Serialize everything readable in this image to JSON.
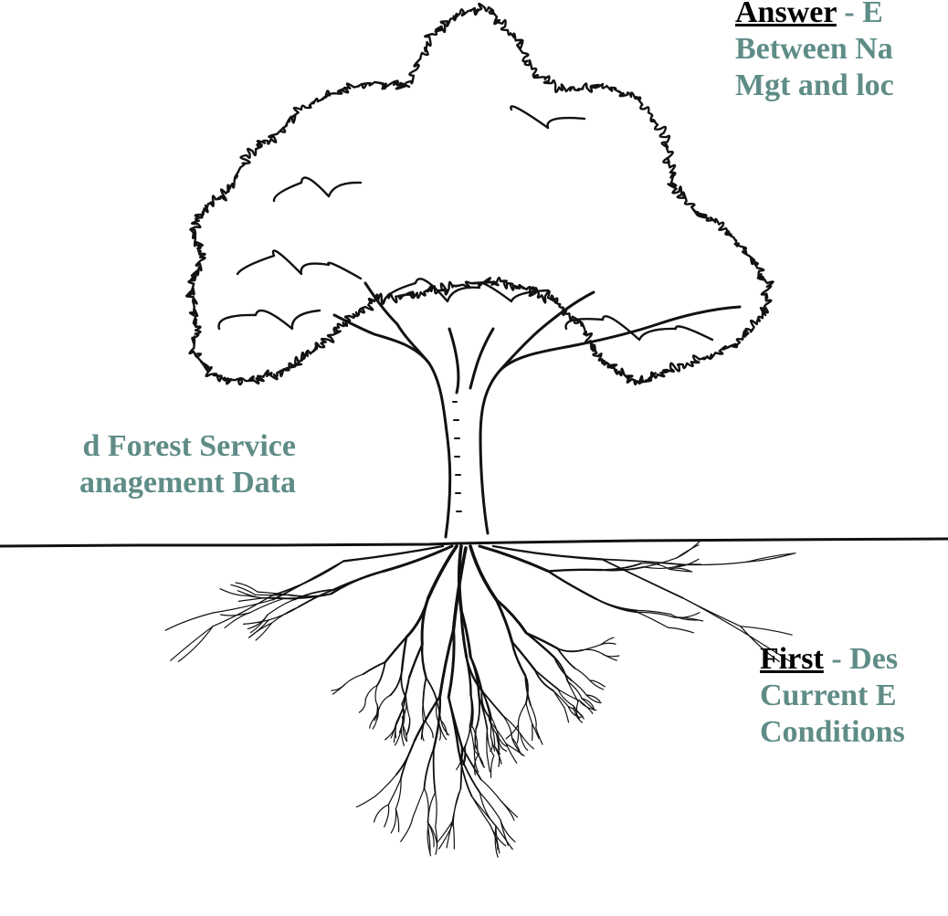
{
  "colors": {
    "label_text": "#5f8c87",
    "lead_word": "#000000",
    "line_art": "#111111"
  },
  "illustration": {
    "icon": "tree-with-roots-icon"
  },
  "labels": {
    "answer": {
      "lead": "Answer",
      "lead_rest": " -  E",
      "lines": [
        "Between Na",
        "Mgt and loc"
      ]
    },
    "left": {
      "lines": [
        "d Forest Service",
        "anagement Data"
      ]
    },
    "first": {
      "lead": "First",
      "lead_rest": " - Des",
      "lines": [
        "Current E",
        "Conditions"
      ]
    }
  }
}
